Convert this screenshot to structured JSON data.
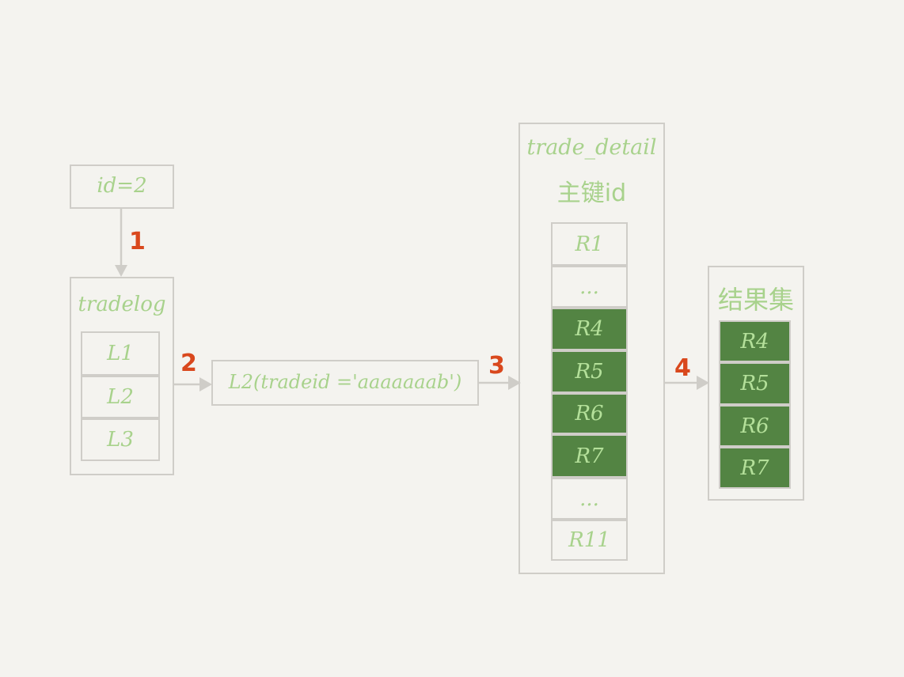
{
  "id_box": {
    "label": "id=2"
  },
  "tradelog": {
    "title": "tradelog",
    "rows": [
      "L1",
      "L2",
      "L3"
    ]
  },
  "condition": {
    "label": "L2(tradeid ='aaaaaaab')"
  },
  "trade_detail": {
    "title_line1": "trade_detail",
    "title_line2": "主键id",
    "rows": [
      "R1",
      "...",
      "R4",
      "R5",
      "R6",
      "R7",
      "...",
      "R11"
    ]
  },
  "result": {
    "title": "结果集",
    "rows": [
      "R4",
      "R5",
      "R6",
      "R7"
    ]
  },
  "steps": [
    "1",
    "2",
    "3",
    "4"
  ],
  "colors": {
    "background": "#f4f3ef",
    "border": "#cfcdc8",
    "text_green": "#a8d28c",
    "highlight_fill": "#538443",
    "step_number": "#d9481d"
  }
}
